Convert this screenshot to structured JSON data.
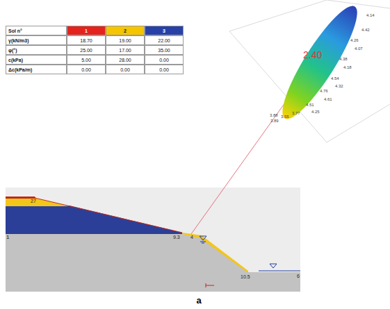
{
  "diagram": {
    "caption": "a",
    "labels": [
      "Sol n°",
      "1",
      "2",
      "3",
      "γ(kN/m3)",
      "18.70",
      "19.00",
      "22.00",
      "φ(°)",
      "25.00",
      "17.00",
      "35.00",
      "c(kPa)",
      "5.00",
      "28.00",
      "0.00",
      "Δc(kPa/m)",
      "0.00",
      "0.00",
      "0.00",
      "1",
      "27",
      "9.3",
      "4",
      "10.5",
      "6",
      "2.40",
      "4.14",
      "4.42",
      "4.26",
      "4.07",
      "4.38",
      "4.18",
      "4.54",
      "4.32",
      "4.76",
      "4.61",
      "4.51",
      "4.25",
      "3.77",
      "3.55",
      "3.88",
      "3.89"
    ]
  }
}
